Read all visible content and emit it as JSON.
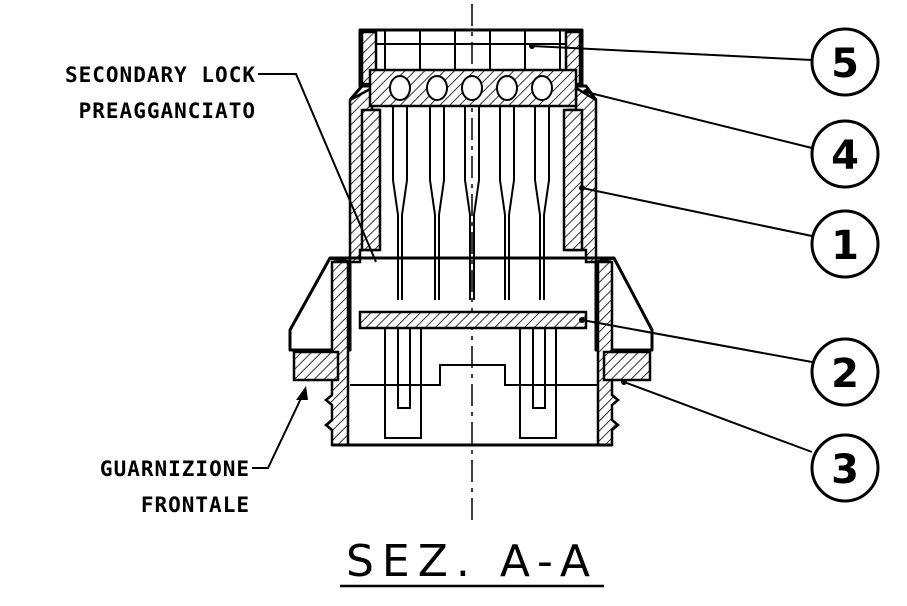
{
  "labels": {
    "secondary_lock_line1": "SECONDARY LOCK",
    "secondary_lock_line2": "PREAGGANCIATO",
    "gasket_line1": "GUARNIZIONE",
    "gasket_line2": "FRONTALE"
  },
  "callouts": [
    "5",
    "4",
    "1",
    "2",
    "3"
  ],
  "title": "SEZ. A-A"
}
